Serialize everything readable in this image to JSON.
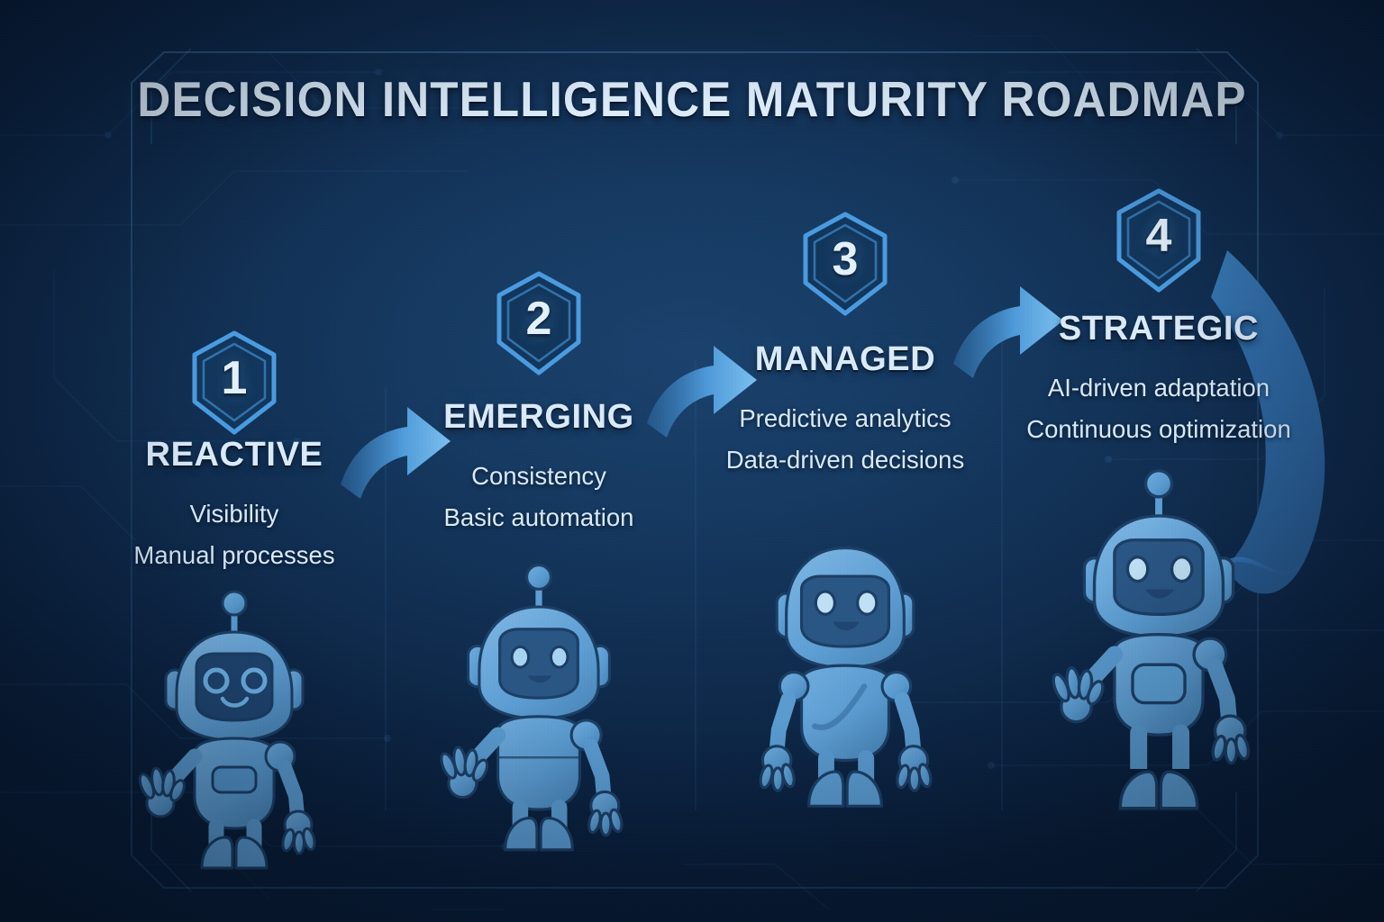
{
  "header": {
    "title": "DECISION INTELLIGENCE MATURITY ROADMAP"
  },
  "theme": {
    "background": "#102c4e",
    "panel_accent": "#1b426d",
    "badge_stroke": "#4a9be0",
    "badge_fill": "#12365c",
    "text_primary": "#dcecfb",
    "text_secondary": "#d8e9f9",
    "arrow_color": "#3f87c9",
    "robot_body": "#5d9ed4",
    "robot_shade": "#4a8cc4",
    "robot_visor": "#1f4571",
    "robot_outline": "#1c3f66"
  },
  "stages": [
    {
      "number": "1",
      "title": "REACTIVE",
      "bullets": [
        "Visibility",
        "Manual processes"
      ],
      "robot": "waving-robot"
    },
    {
      "number": "2",
      "title": "EMERGING",
      "bullets": [
        "Consistency",
        "Basic automation"
      ],
      "robot": "waving-robot"
    },
    {
      "number": "3",
      "title": "MANAGED",
      "bullets": [
        "Predictive analytics",
        "Data-driven decisions"
      ],
      "robot": "standing-robot"
    },
    {
      "number": "4",
      "title": "STRATEGIC",
      "bullets": [
        "AI-driven adaptation",
        "Continuous optimization"
      ],
      "robot": "waving-robot"
    }
  ],
  "connectors": [
    {
      "from": "1",
      "to": "2",
      "kind": "curved-arrow-right"
    },
    {
      "from": "2",
      "to": "3",
      "kind": "curved-arrow-right"
    },
    {
      "from": "3",
      "to": "4",
      "kind": "curved-arrow-right"
    },
    {
      "from": "4",
      "to": "loop",
      "kind": "sweeping-arc"
    }
  ]
}
